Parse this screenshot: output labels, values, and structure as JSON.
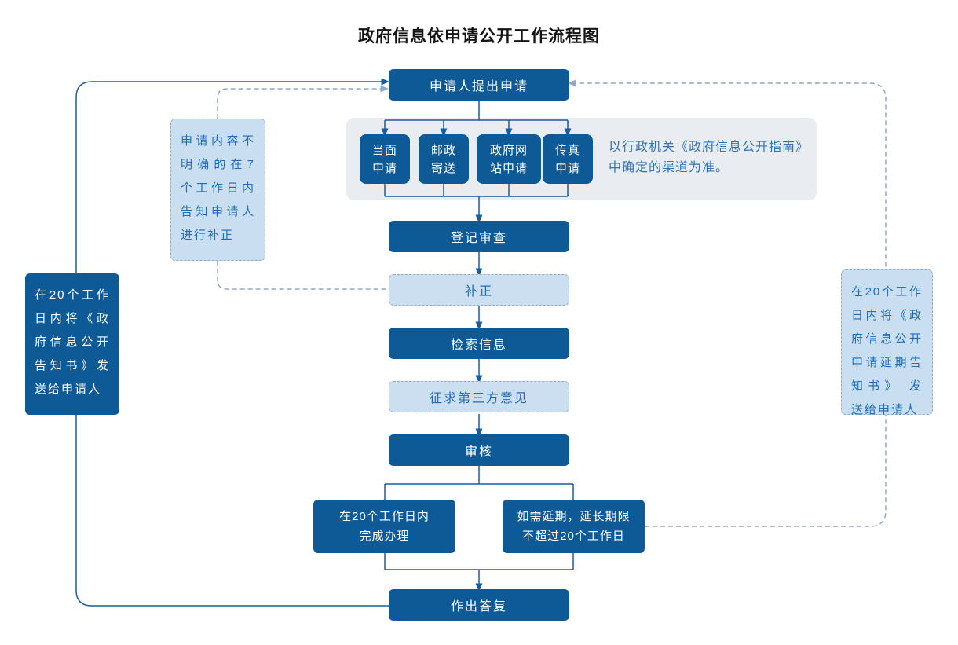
{
  "title": "政府信息依申请公开工作流程图",
  "flow": {
    "apply": "申请人提出申请",
    "channels": [
      {
        "lines": [
          "当面",
          "申请"
        ]
      },
      {
        "lines": [
          "邮政",
          "寄送"
        ]
      },
      {
        "lines": [
          "政府网",
          "站申请"
        ]
      },
      {
        "lines": [
          "传真",
          "申请"
        ]
      }
    ],
    "channel_note": {
      "lines": [
        "以行政机关《政府信息公开指南》",
        "中确定的渠道为准。"
      ]
    },
    "register": "登记审查",
    "supplement": "补正",
    "search": "检索信息",
    "third_party": "征求第三方意见",
    "review": "审核",
    "complete": {
      "lines": [
        "在20个工作日内",
        "完成办理"
      ]
    },
    "extend": {
      "lines": [
        "如需延期，延长期限",
        "不超过20个工作日"
      ]
    },
    "reply": "作出答复"
  },
  "notes": {
    "left_dark": "在20个工作日内将《政府信息公开告知书》发送给申请人",
    "left_light": "申请内容不明确的在7个工作日内告知申请人进行补正",
    "right_light": "在20个工作日内将《政府信息公开申请延期告知书》 发送给申请人"
  },
  "colors": {
    "node_dark": "#0e5a97",
    "node_light_fill": "#cbdff1",
    "panel": "#e9edf1",
    "blue_text": "#1f6db8",
    "solid_line": "#1b5c9e",
    "dashed_line": "#8fa9c5",
    "title_text": "#141414"
  }
}
